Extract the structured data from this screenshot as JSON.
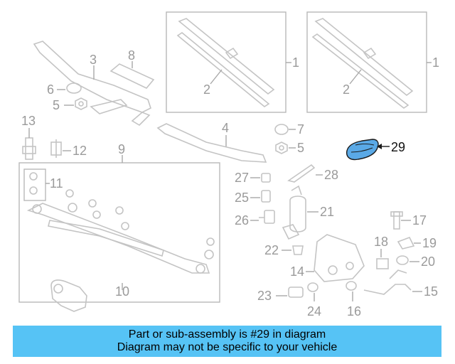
{
  "labels": {
    "l1a": "1",
    "l1b": "1",
    "l2a": "2",
    "l2b": "2",
    "l3": "3",
    "l4": "4",
    "l5a": "5",
    "l5b": "5",
    "l6": "6",
    "l7": "7",
    "l8": "8",
    "l9": "9",
    "l10": "10",
    "l11": "11",
    "l12": "12",
    "l13": "13",
    "l14": "14",
    "l15": "15",
    "l16": "16",
    "l17": "17",
    "l18": "18",
    "l19": "19",
    "l20": "20",
    "l21": "21",
    "l22": "22",
    "l23": "23",
    "l24": "24",
    "l25": "25",
    "l26": "26",
    "l27": "27",
    "l28": "28",
    "l29": "29"
  },
  "highlight": {
    "part_number": "29",
    "fill_color": "#5aa9e6"
  },
  "banner": {
    "line1": "Part or sub-assembly is #29 in diagram",
    "line2": "Diagram may not be specific to your vehicle",
    "color": "#56c3f5"
  }
}
